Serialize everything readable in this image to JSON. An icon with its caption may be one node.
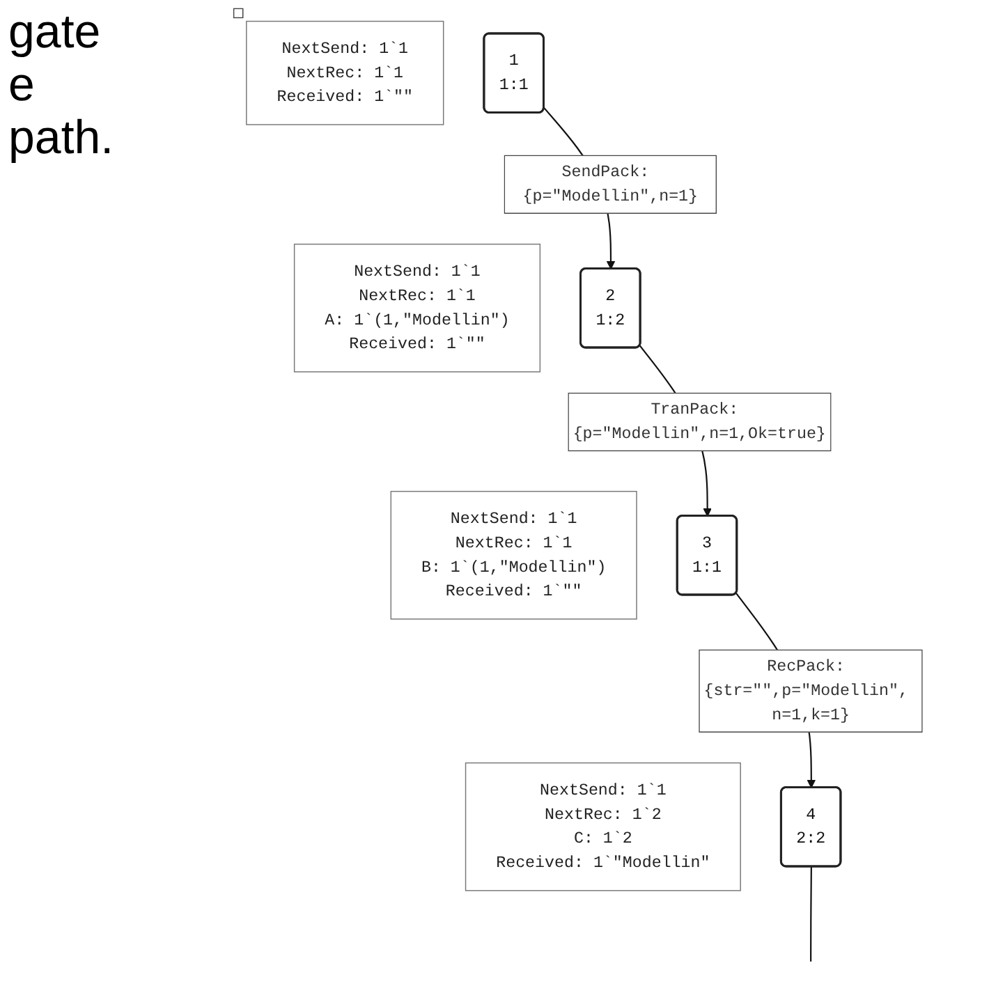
{
  "diagram": {
    "nodes": [
      {
        "text": [
          "NextSend: 1`1",
          "NextRec: 1`1",
          "Received: 1`\"\""
        ]
      },
      {
        "text": [
          "1",
          "1:1"
        ]
      },
      {
        "text": [
          "NextSend: 1`1",
          "NextRec: 1`1",
          "A: 1`(1,\"Modellin\")",
          "Received: 1`\"\""
        ]
      },
      {
        "text": [
          "2",
          "1:2"
        ]
      },
      {
        "text": [
          "NextSend: 1`1",
          "NextRec: 1`1",
          "B: 1`(1,\"Modellin\")",
          "Received: 1`\"\""
        ]
      },
      {
        "text": [
          "3",
          "1:1"
        ]
      },
      {
        "text": [
          "NextSend: 1`1",
          "NextRec: 1`2",
          "C: 1`2",
          "Received: 1`\"Modellin\""
        ]
      },
      {
        "text": [
          "4",
          "2:2"
        ]
      }
    ],
    "edges": [
      {
        "from": 1,
        "to": 3,
        "arrow": "to",
        "label": "SendPack: {p=\"Modellin\",n=1}"
      },
      {
        "from": 3,
        "to": 5,
        "arrow": "to",
        "label": "TranPack: {p=\"Modellin\",n=1,Ok=true}"
      },
      {
        "from": 5,
        "to": 7,
        "arrow": "to",
        "label": "RecPack: {str=\"\",p=\"Modellin\", n=1,k=1}"
      },
      {
        "from": 7,
        "to": null,
        "arrow": "none"
      }
    ],
    "labels": [
      "gate",
      "e",
      "path."
    ]
  }
}
